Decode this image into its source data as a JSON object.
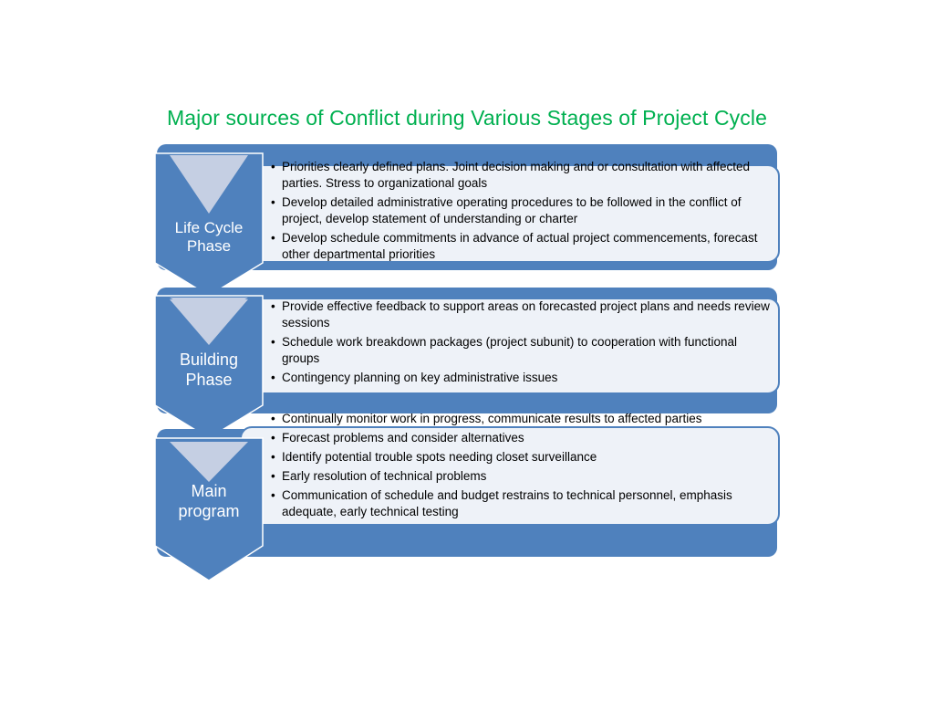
{
  "title": "Major sources of Conflict during Various Stages of Project Cycle",
  "colors": {
    "title": "#00b050",
    "band": "#4f81bd",
    "chevron_light": "#c5cfe3",
    "card_fill": "#eef2f8",
    "card_border": "#4f81bd"
  },
  "phases": [
    {
      "label": "Life Cycle Phase",
      "items": [
        "Priorities clearly defined plans. Joint decision making and or consultation with affected parties. Stress to organizational goals",
        "Develop detailed administrative operating procedures to be followed in the conflict of project, develop statement of understanding or charter",
        "Develop schedule commitments in advance of actual project commencements, forecast other departmental priorities"
      ]
    },
    {
      "label": "Building Phase",
      "items": [
        "Provide effective feedback to support areas on forecasted project plans and needs review sessions",
        "Schedule work breakdown packages (project subunit) to cooperation with functional groups",
        "Contingency planning on key administrative issues"
      ]
    },
    {
      "label": "Main program",
      "items": [
        "Continually monitor work in progress, communicate results to affected parties",
        "Forecast problems and consider alternatives",
        "Identify potential trouble spots needing closet surveillance",
        "Early resolution of technical problems",
        "Communication of schedule and budget restrains to technical personnel, emphasis adequate, early technical testing"
      ]
    }
  ]
}
